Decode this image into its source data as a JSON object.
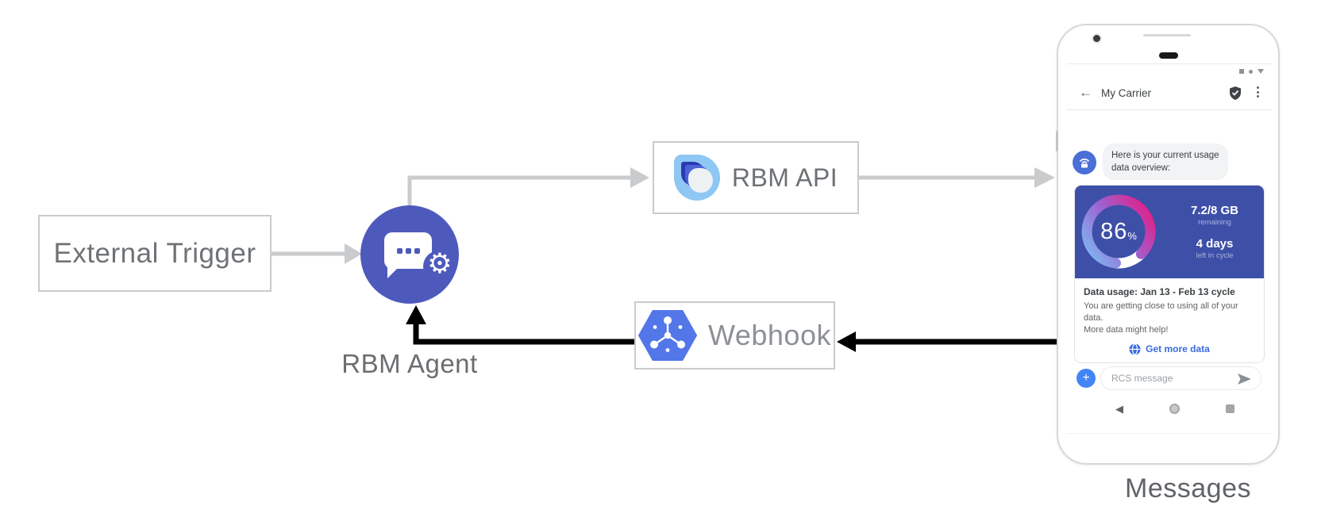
{
  "colors": {
    "connector_gray": "#c9cbcd",
    "connector_black": "#000000",
    "agent_indigo": "#4d5abc",
    "card_indigo": "#3e4fa8",
    "webhook_blue": "#5377e8",
    "avatar_blue": "#4a6fd6",
    "google_blue": "#4285f4",
    "action_blue": "#3b6be0",
    "gauge_gradient": [
      "#7fb3f0",
      "#9d62d1",
      "#e0218a"
    ]
  },
  "nodes": {
    "external_trigger": {
      "label": "External Trigger"
    },
    "rbm_agent": {
      "label": "RBM Agent"
    },
    "rbm_api": {
      "label": "RBM API"
    },
    "webhook": {
      "label": "Webhook"
    }
  },
  "phone": {
    "caption": "Messages",
    "header": {
      "back_icon": "←",
      "title": "My Carrier"
    },
    "chat": {
      "message_line1": "Here is your current usage",
      "message_line2": "data overview:"
    },
    "usage_card": {
      "percent": "86",
      "percent_suffix": "%",
      "remaining_value": "7.2/8 GB",
      "remaining_label": "remaining",
      "days_value": "4 days",
      "days_label": "left in cycle",
      "title": "Data usage: Jan 13 - Feb 13 cycle",
      "body_line1": "You are getting close to using all of your data.",
      "body_line2": "More data might help!",
      "action_label": "Get more data"
    },
    "composer": {
      "plus": "+",
      "placeholder": "RCS message"
    }
  },
  "chart_data": {
    "type": "donut-gauge",
    "value": 86,
    "max": 100,
    "label": "86%",
    "annotations": [
      "7.2/8 GB remaining",
      "4 days left in cycle"
    ]
  }
}
